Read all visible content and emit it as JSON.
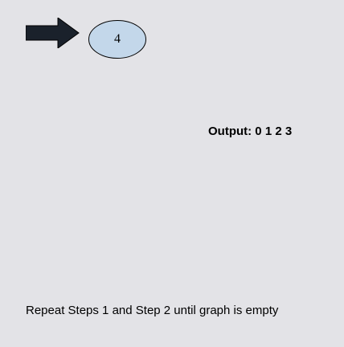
{
  "node": {
    "label": "4",
    "fill_color": "#c3d7ea",
    "stroke_color": "#000000"
  },
  "pointer": {
    "icon": "right-arrow-icon",
    "color": "#1a212b"
  },
  "output_text": "Output: 0 1 2 3",
  "instruction_text": "Repeat Steps 1 and Step 2 until graph is empty"
}
